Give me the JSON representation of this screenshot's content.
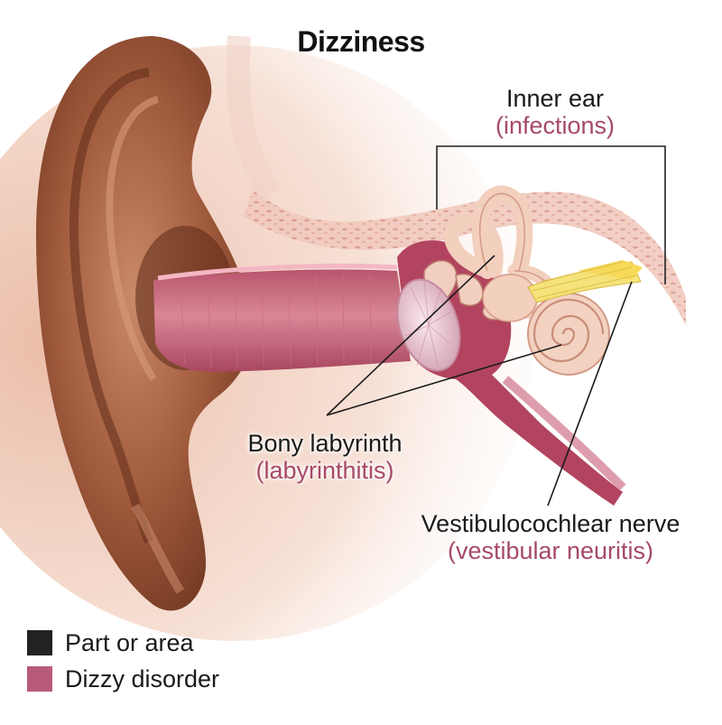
{
  "title": "Dizziness",
  "labels": {
    "inner_ear": {
      "part": "Inner ear",
      "disorder": "(infections)"
    },
    "bony_labyrinth": {
      "part": "Bony labyrinth",
      "disorder": "(labyrinthitis)"
    },
    "nerve": {
      "part": "Vestibulocochlear nerve",
      "disorder": "(vestibular neuritis)"
    }
  },
  "legend": [
    {
      "label": "Part or area",
      "color": "#222222"
    },
    {
      "label": "Dizzy disorder",
      "color": "#b75a78"
    }
  ],
  "colors": {
    "skin_dark": "#7a3d25",
    "skin_mid": "#b26a48",
    "canal": "#c8687d",
    "bone": "#f2cfc0",
    "nerve": "#f3dc6a",
    "disorder_text": "#a64a67"
  }
}
